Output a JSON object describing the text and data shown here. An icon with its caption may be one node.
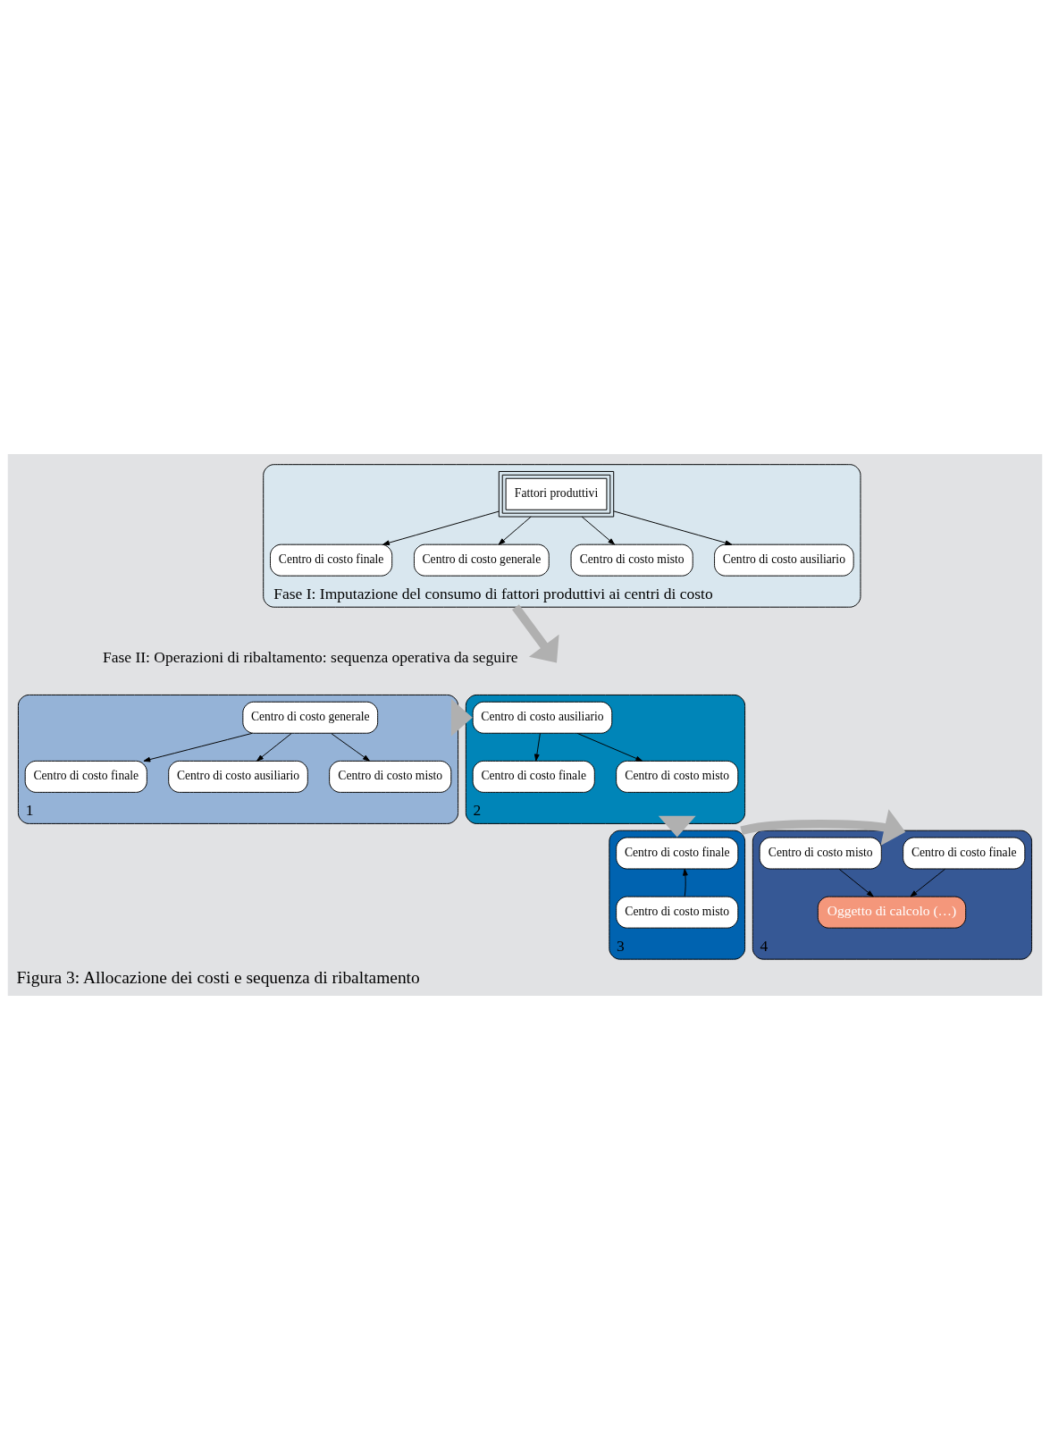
{
  "diagram": {
    "caption": "Figura 3: Allocazione dei costi e sequenza di ribaltamento",
    "nodes": [
      {
        "text": [
          "Fase I: Imputazione del consumo di fattori produttivi ai centri di costo"
        ]
      },
      {
        "text": [
          "Fattori produttivi"
        ],
        "in": 0
      },
      {
        "text": [
          "Centro di costo finale"
        ],
        "in": 0
      },
      {
        "text": [
          "Centro di costo generale"
        ],
        "in": 0
      },
      {
        "text": [
          "Centro di costo misto"
        ],
        "in": 0
      },
      {
        "text": [
          "Centro di costo ausiliario"
        ],
        "in": 0
      },
      {
        "text": [
          "1"
        ]
      },
      {
        "text": [
          "Centro di costo generale"
        ],
        "in": 6
      },
      {
        "text": [
          "Centro di costo finale"
        ],
        "in": 6
      },
      {
        "text": [
          "Centro di costo ausiliario"
        ],
        "in": 6
      },
      {
        "text": [
          "Centro di costo misto"
        ],
        "in": 6
      },
      {
        "text": [
          "2"
        ]
      },
      {
        "text": [
          "Centro di costo ausiliario"
        ],
        "in": 11
      },
      {
        "text": [
          "Centro di costo finale"
        ],
        "in": 11
      },
      {
        "text": [
          "Centro di costo misto"
        ],
        "in": 11
      },
      {
        "text": [
          "3"
        ]
      },
      {
        "text": [
          "Centro di costo finale"
        ],
        "in": 15
      },
      {
        "text": [
          "Centro di costo misto"
        ],
        "in": 15
      },
      {
        "text": [
          "4"
        ]
      },
      {
        "text": [
          "Centro di costo finale"
        ],
        "in": 18
      },
      {
        "text": [
          "Centro di costo misto"
        ],
        "in": 18
      },
      {
        "text": [
          "Oggetto di calcolo (…)"
        ],
        "in": 18
      }
    ],
    "edges": [
      {
        "from": 1,
        "to": 2,
        "arrow": "to"
      },
      {
        "from": 1,
        "to": 3,
        "arrow": "to"
      },
      {
        "from": 1,
        "to": 4,
        "arrow": "to"
      },
      {
        "from": 1,
        "to": 5,
        "arrow": "to"
      },
      {
        "from": 0,
        "to": null,
        "arrow": "to",
        "style": "thick",
        "color": "#b0b0b0"
      },
      {
        "from": 7,
        "to": 8,
        "arrow": "to"
      },
      {
        "from": 7,
        "to": 9,
        "arrow": "to"
      },
      {
        "from": 7,
        "to": 10,
        "arrow": "to"
      },
      {
        "from": 6,
        "to": 11,
        "arrow": "to",
        "style": "thick",
        "color": "#b0b0b0"
      },
      {
        "from": 12,
        "to": 13,
        "arrow": "to"
      },
      {
        "from": 12,
        "to": 14,
        "arrow": "to"
      },
      {
        "from": 11,
        "to": 15,
        "arrow": "to",
        "style": "thick",
        "color": "#b0b0b0"
      },
      {
        "from": 17,
        "to": 16,
        "arrow": "to"
      },
      {
        "from": 15,
        "to": 18,
        "arrow": "to",
        "style": "thick",
        "color": "#b0b0b0"
      },
      {
        "from": 19,
        "to": 21,
        "arrow": "to"
      },
      {
        "from": 20,
        "to": 21,
        "arrow": "to"
      }
    ],
    "labels": [
      "Fase II: Operazioni di ribaltamento: sequenza operativa da seguire"
    ]
  }
}
